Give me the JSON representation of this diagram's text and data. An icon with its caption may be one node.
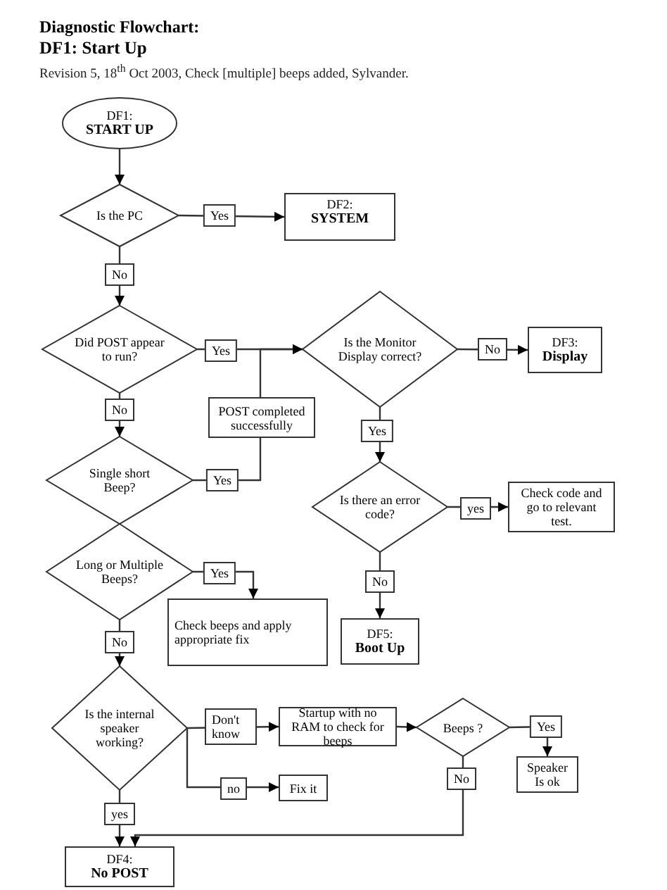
{
  "diagram": {
    "title": "Diagnostic Flowchart:",
    "caption": "Revision 5, 18$^{th}$ Oct 2003, Check [multiple] beeps added, Sylvander.",
    "labels": [
      "DF1: Start Up"
    ],
    "nodes": [
      {
        "text": [
          "DF1:",
          "START UP"
        ]
      },
      {
        "text": [
          "Is the PC"
        ]
      },
      {
        "text": [
          "DF2:",
          "SYSTEM"
        ]
      },
      {
        "text": [
          "Did POST appear to run?"
        ]
      },
      {
        "text": [
          "POST completed successfully"
        ]
      },
      {
        "text": [
          "Is the Monitor Display correct?"
        ]
      },
      {
        "text": [
          "DF3:",
          "Display"
        ]
      },
      {
        "text": [
          "Single short Beep?"
        ]
      },
      {
        "text": [
          "Is there an error code?"
        ]
      },
      {
        "text": [
          "Check code and go to relevant test."
        ]
      },
      {
        "text": [
          "Long or Multiple Beeps?"
        ]
      },
      {
        "text": [
          "Check beeps and apply appropriate fix"
        ]
      },
      {
        "text": [
          "DF5:",
          "Boot Up"
        ]
      },
      {
        "text": [
          "Is the internal speaker working?"
        ]
      },
      {
        "text": [
          "Startup with no RAM to check for beeps"
        ]
      },
      {
        "text": [
          "Beeps ?"
        ]
      },
      {
        "text": [
          "Speaker Is ok"
        ]
      },
      {
        "text": [
          "Fix it"
        ]
      },
      {
        "text": [
          "DF4:",
          "No POST"
        ]
      }
    ],
    "edges": [
      {
        "from": 0,
        "to": 1,
        "arrow": "to"
      },
      {
        "from": 1,
        "to": 2,
        "arrow": "to",
        "label": "Yes"
      },
      {
        "from": 1,
        "to": 3,
        "arrow": "to",
        "label": "No"
      },
      {
        "from": 3,
        "to": 5,
        "arrow": "to",
        "label": "Yes"
      },
      {
        "from": 4,
        "to": 5,
        "arrow": "to"
      },
      {
        "from": 3,
        "to": 7,
        "arrow": "to",
        "label": "No"
      },
      {
        "from": 7,
        "to": 4,
        "arrow": "none",
        "label": "Yes"
      },
      {
        "from": 5,
        "to": 6,
        "arrow": "to",
        "label": "No"
      },
      {
        "from": 5,
        "to": 8,
        "arrow": "to",
        "label": "Yes"
      },
      {
        "from": 8,
        "to": 9,
        "arrow": "to",
        "label": "yes"
      },
      {
        "from": 8,
        "to": 12,
        "arrow": "to",
        "label": "No"
      },
      {
        "from": 10,
        "to": 11,
        "arrow": "to",
        "label": "Yes"
      },
      {
        "from": 10,
        "to": 13,
        "arrow": "to",
        "label": "No"
      },
      {
        "from": 13,
        "to": 14,
        "arrow": "to",
        "label": "Don't know"
      },
      {
        "from": 13,
        "to": 17,
        "arrow": "to",
        "label": "no"
      },
      {
        "from": 13,
        "to": 18,
        "arrow": "to",
        "label": "yes"
      },
      {
        "from": 14,
        "to": 15,
        "arrow": "to"
      },
      {
        "from": 15,
        "to": 16,
        "arrow": "to",
        "label": "Yes"
      },
      {
        "from": 15,
        "to": 18,
        "arrow": "to",
        "label": "No"
      }
    ]
  }
}
